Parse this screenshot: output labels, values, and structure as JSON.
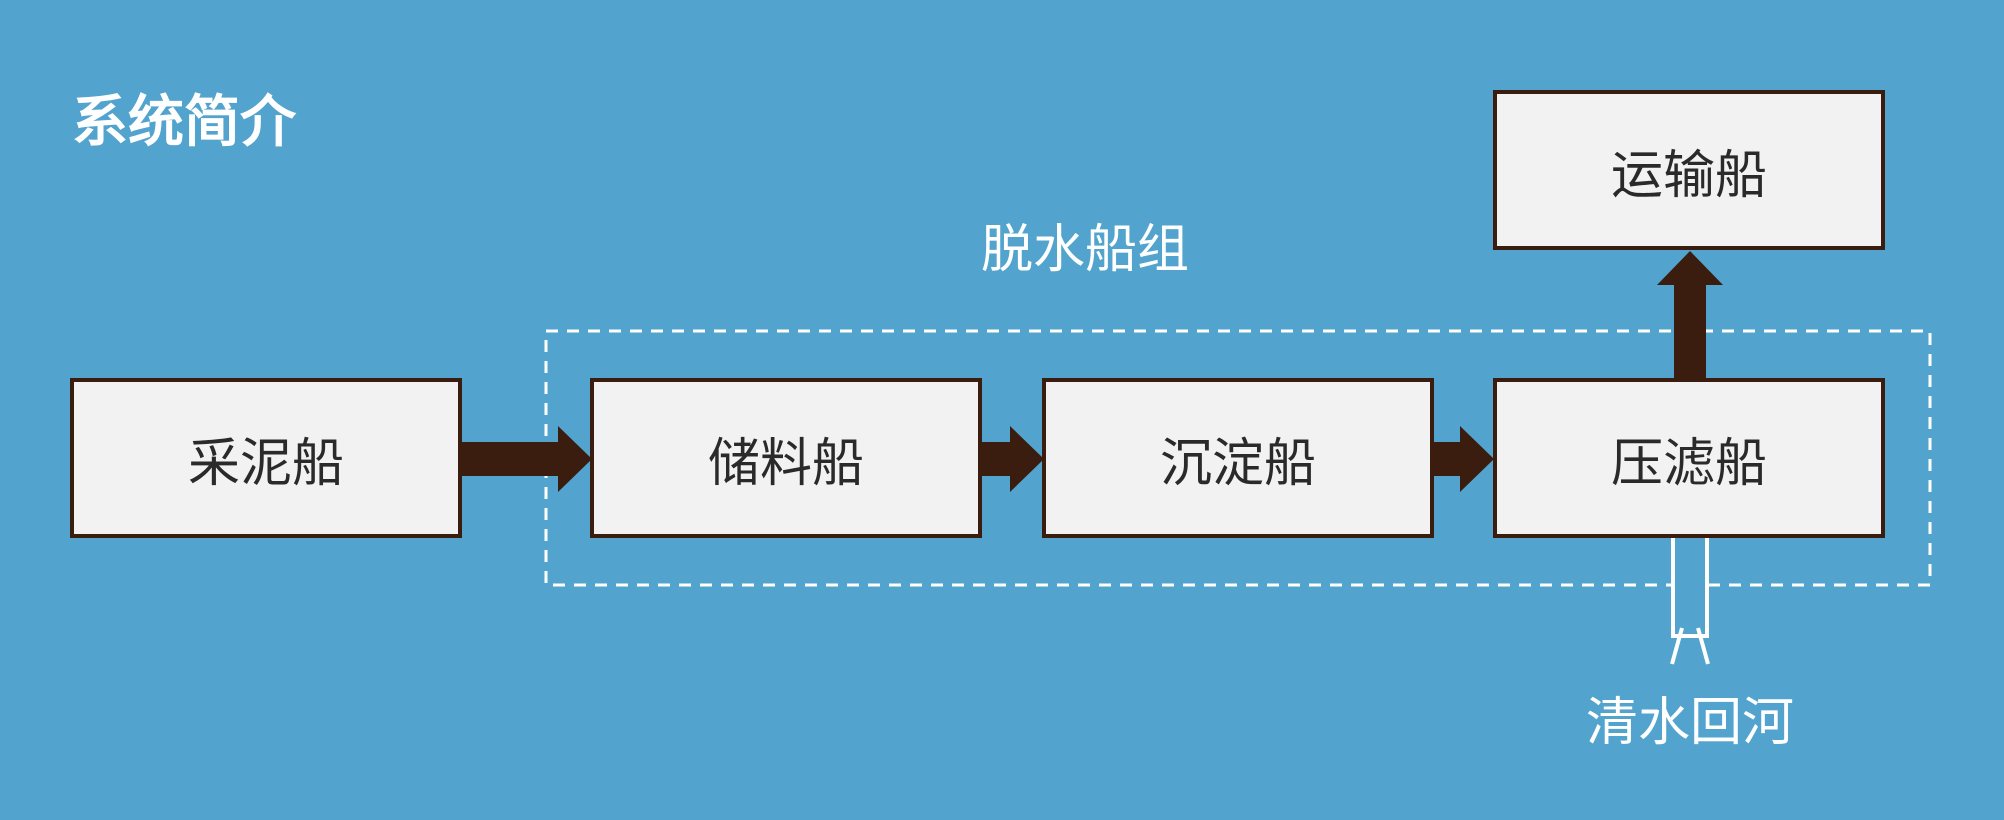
{
  "title": "系统简介",
  "group": {
    "label": "脱水船组"
  },
  "nodes": {
    "dredger": "采泥船",
    "storage": "储料船",
    "sediment": "沉淀船",
    "filter_press": "压滤船",
    "transport": "运输船"
  },
  "outflow": {
    "label": "清水回河"
  },
  "colors": {
    "background": "#52a4ce",
    "box_fill": "#f2f2f2",
    "box_border": "#3a1d0f",
    "arrow": "#3a1d0f",
    "dashed_group": "#ffffff"
  }
}
